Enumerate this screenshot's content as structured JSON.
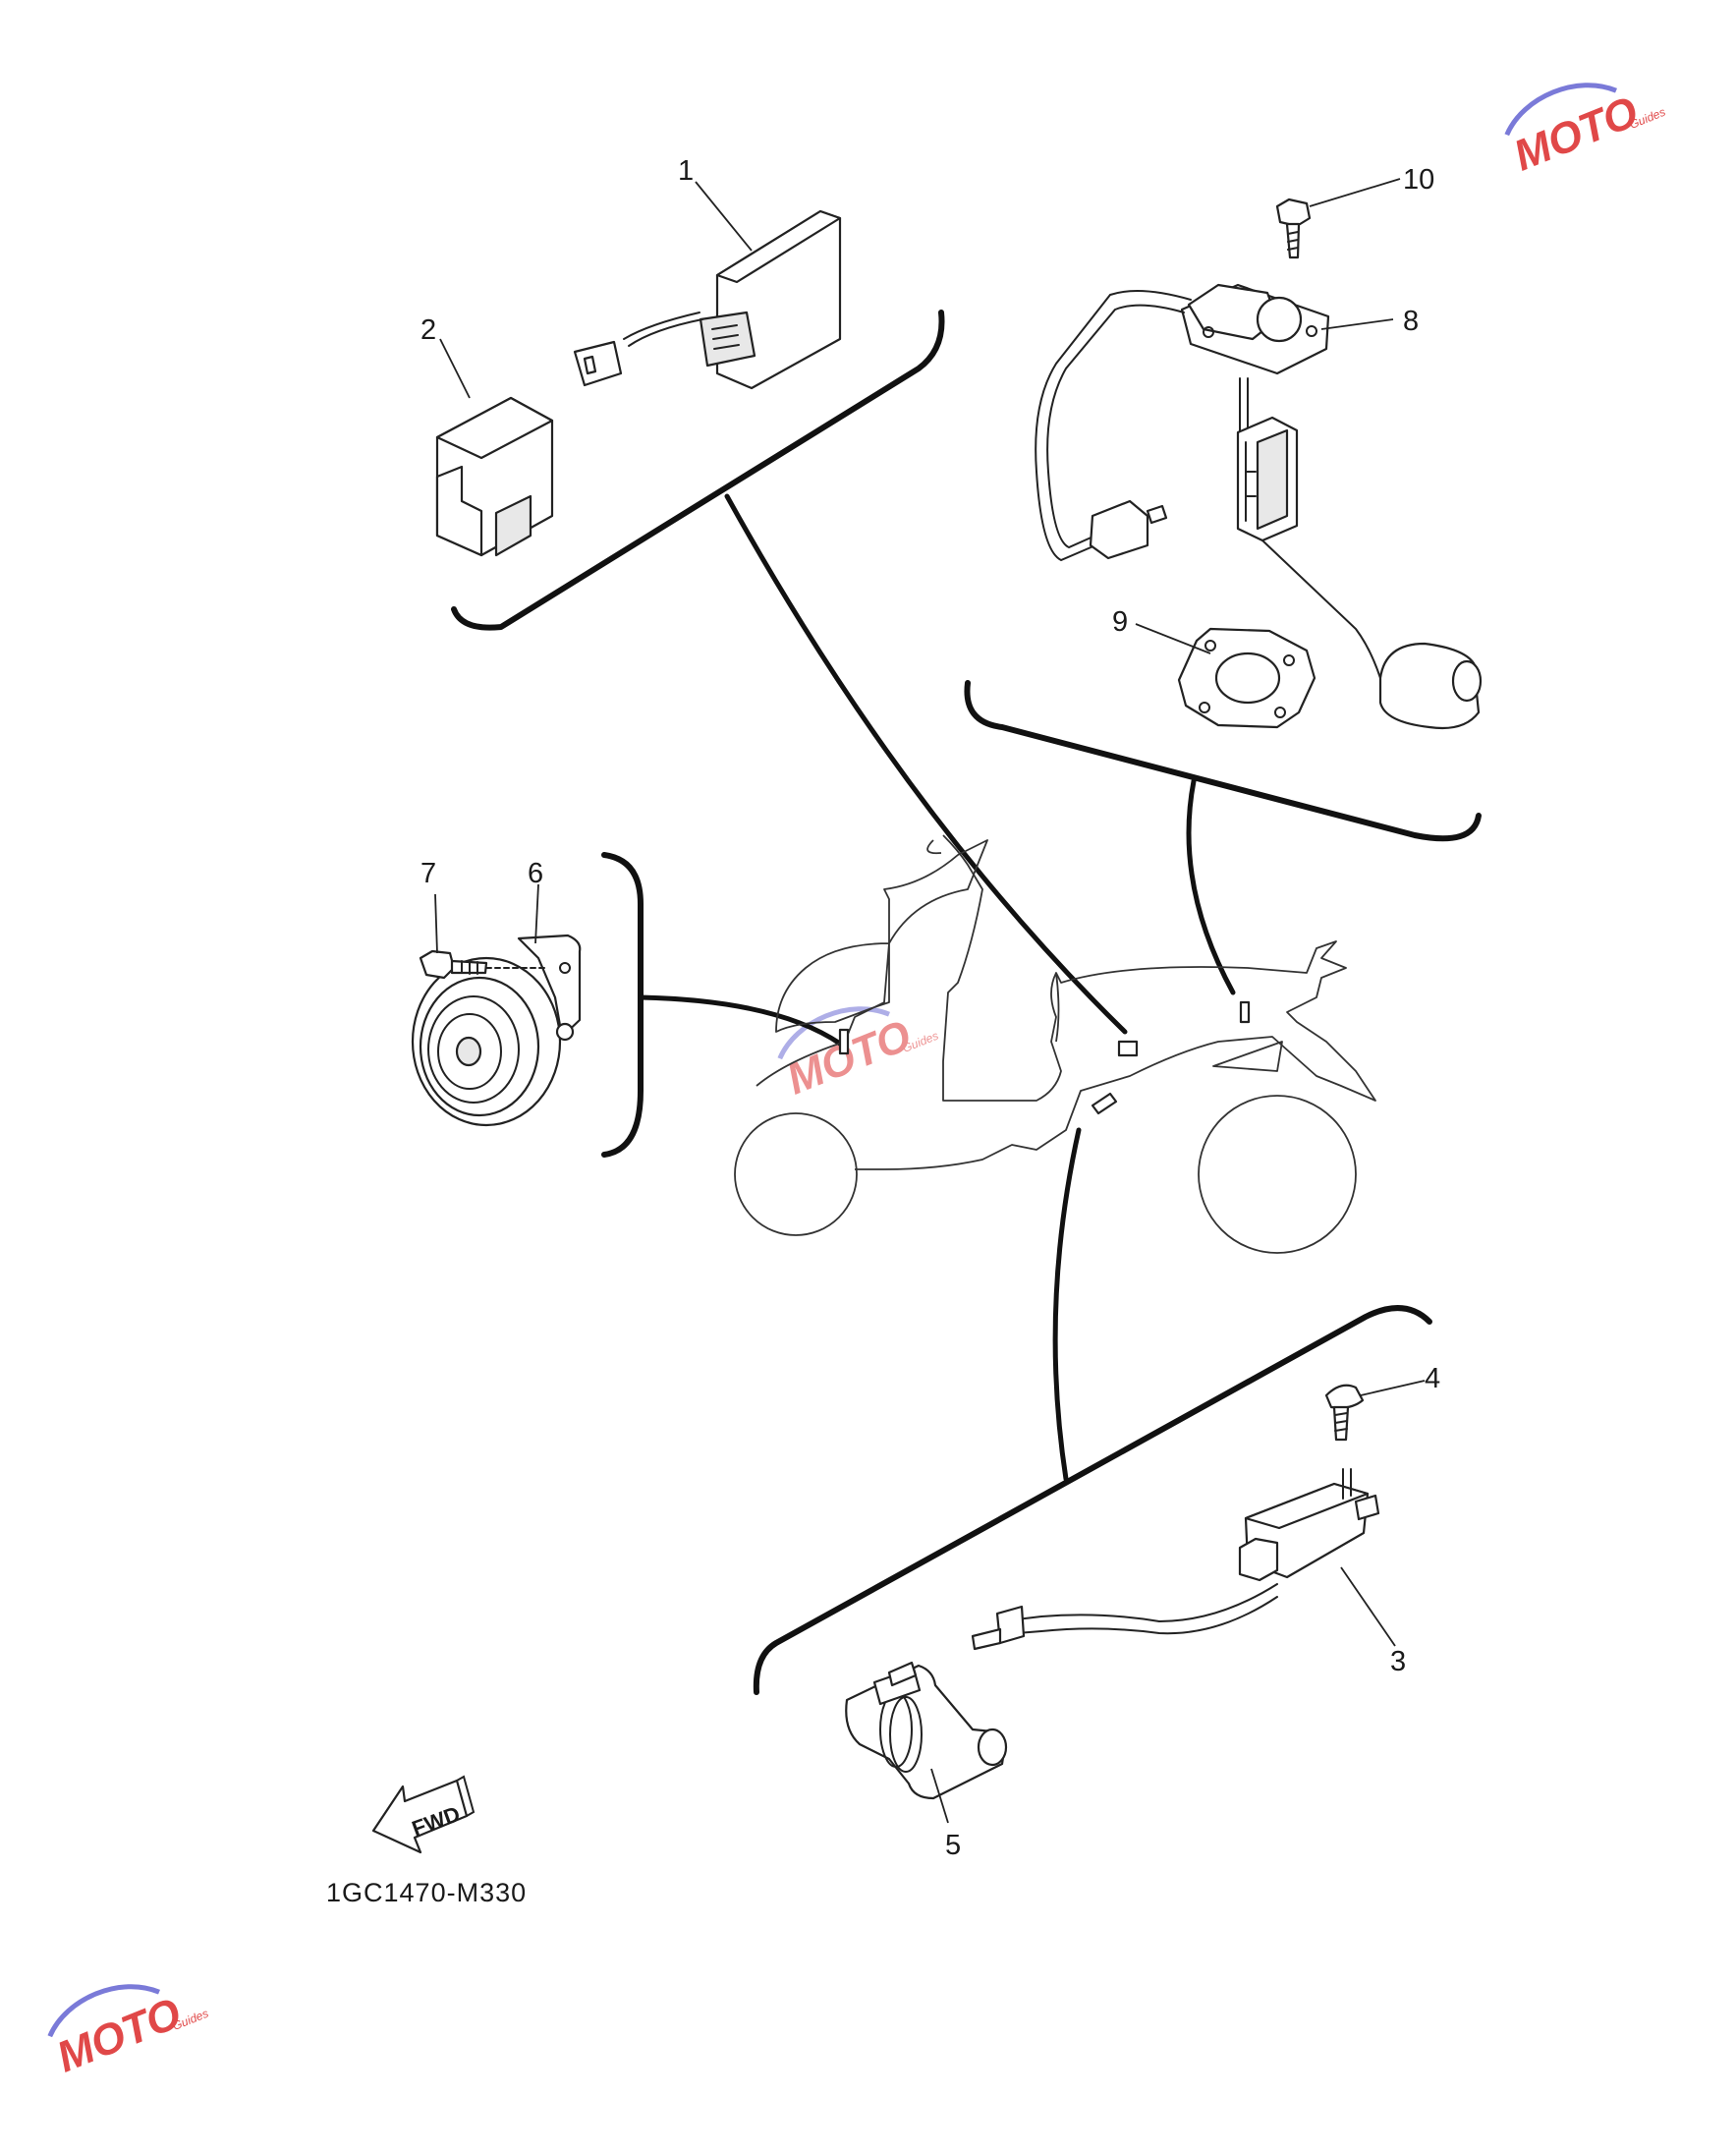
{
  "diagram": {
    "part_code": "1GC1470-M330",
    "fwd_label": "FWD",
    "callouts": [
      {
        "id": "1",
        "label": "1"
      },
      {
        "id": "2",
        "label": "2"
      },
      {
        "id": "3",
        "label": "3"
      },
      {
        "id": "4",
        "label": "4"
      },
      {
        "id": "5",
        "label": "5"
      },
      {
        "id": "6",
        "label": "6"
      },
      {
        "id": "7",
        "label": "7"
      },
      {
        "id": "8",
        "label": "8"
      },
      {
        "id": "9",
        "label": "9"
      },
      {
        "id": "10",
        "label": "10"
      }
    ]
  },
  "watermark": {
    "logo_text": "MOTO",
    "logo_subtext": "Guides",
    "colors": {
      "primary": "#e04848",
      "secondary": "#7a7ad8"
    }
  }
}
